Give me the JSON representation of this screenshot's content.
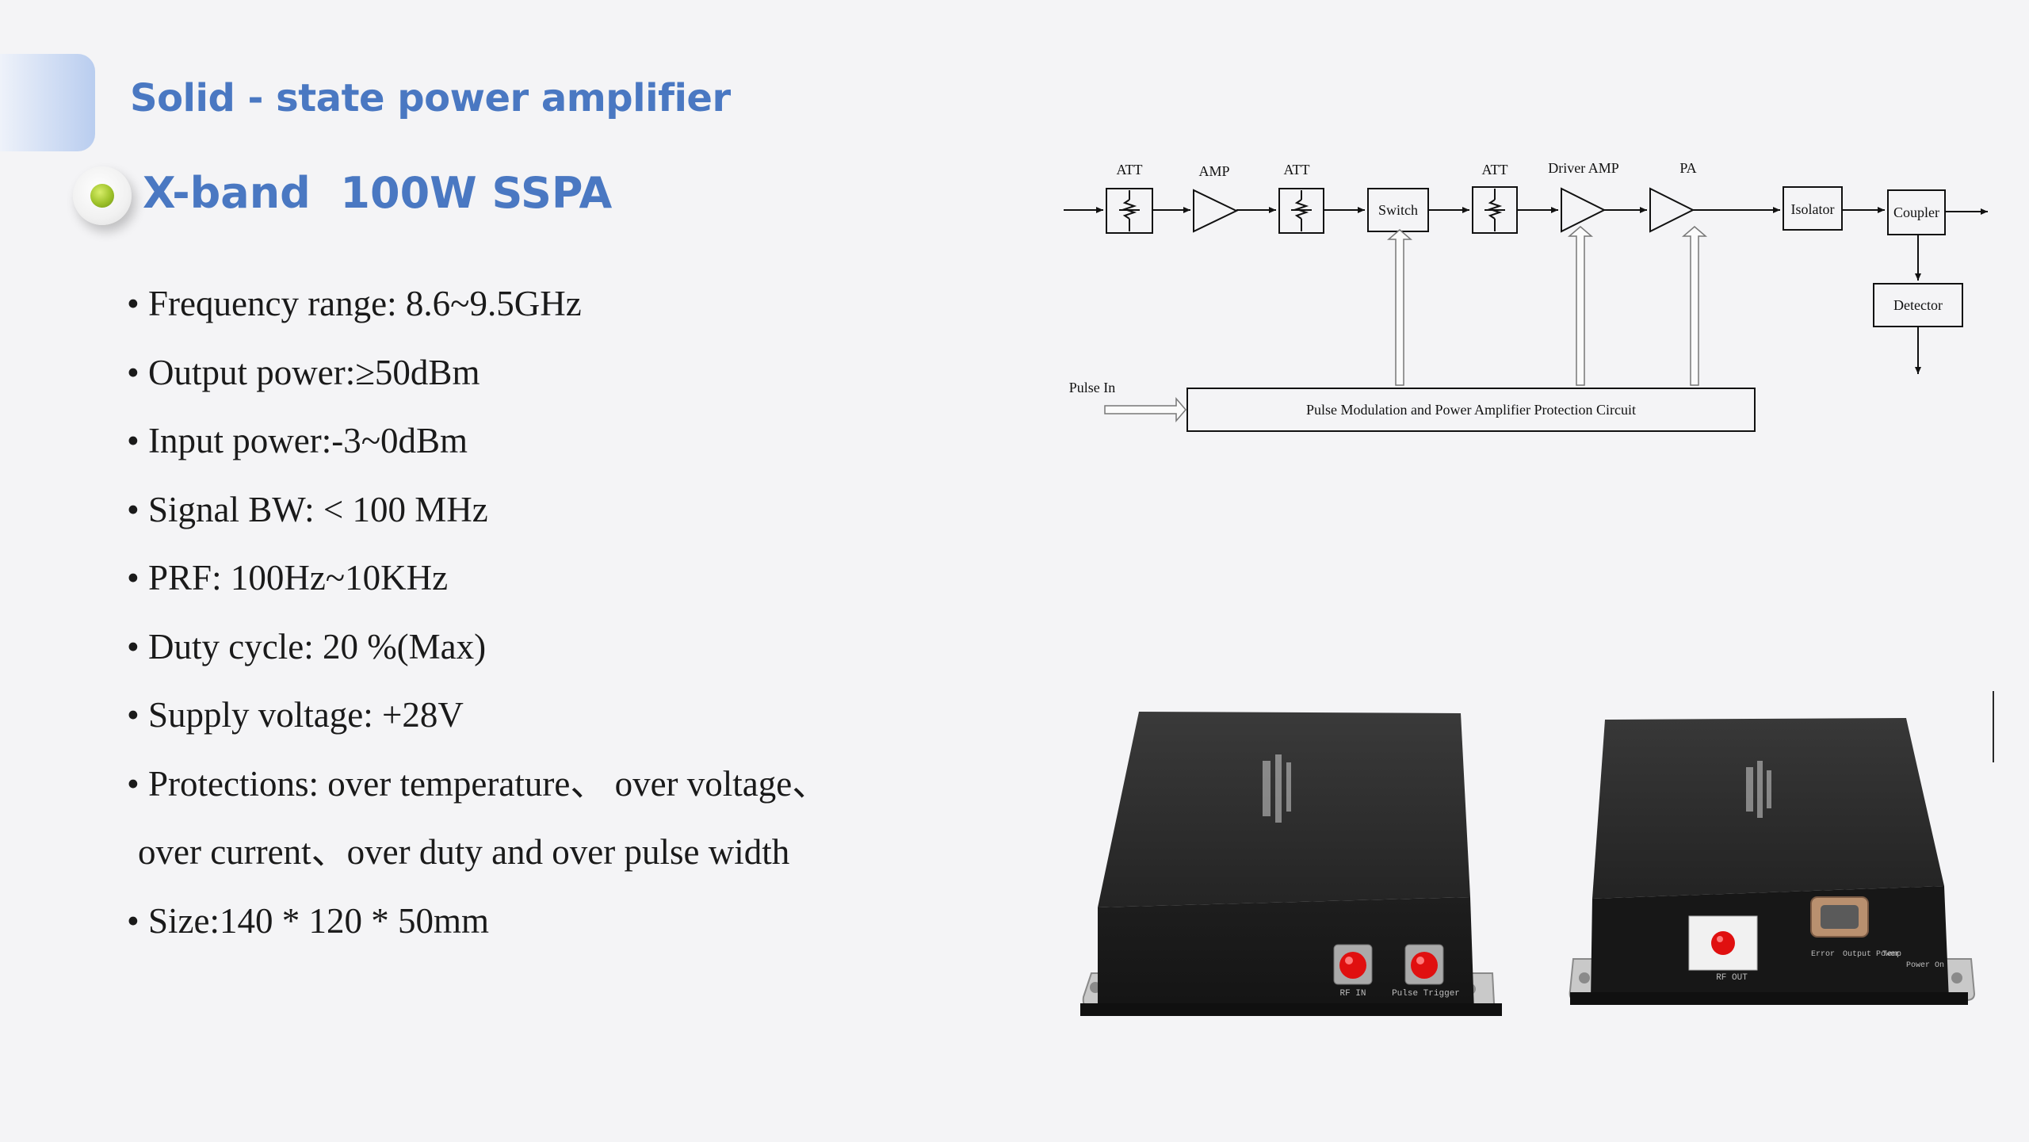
{
  "header": {
    "title": "Solid - state power amplifier",
    "subtitle": "X-band  100W SSPA"
  },
  "specs": [
    {
      "bullet": "•",
      "text": "Frequency range: 8.6~9.5GHz"
    },
    {
      "bullet": "•",
      "text": "Output power:≥50dBm"
    },
    {
      "bullet": "•",
      "text": "Input power:-3~0dBm"
    },
    {
      "bullet": "•",
      "text": "Signal BW: < 100 MHz"
    },
    {
      "bullet": "•",
      "text": "PRF: 100Hz~10KHz"
    },
    {
      "bullet": "•",
      "text": "Duty cycle: 20 %(Max)"
    },
    {
      "bullet": "•",
      "text": "Supply voltage: +28V"
    },
    {
      "bullet": "•",
      "text": "Protections: over temperature、 over voltage、"
    },
    {
      "bullet": "",
      "text": "over current、over duty and over pulse width"
    },
    {
      "bullet": "•",
      "text": "Size:140 * 120 * 50mm"
    }
  ],
  "diagram": {
    "labels": {
      "att1": "ATT",
      "amp": "AMP",
      "att2": "ATT",
      "att3": "ATT",
      "driver_amp": "Driver AMP",
      "pa": "PA"
    },
    "blocks": {
      "switch": "Switch",
      "isolator": "Isolator",
      "coupler": "Coupler",
      "detector": "Detector",
      "protection": "Pulse Modulation and Power Amplifier Protection Circuit"
    },
    "pulse_in": "Pulse In"
  },
  "photo_left": {
    "label1": "RF IN",
    "label2": "Pulse Trigger"
  },
  "photo_right": {
    "rf_out": "RF OUT",
    "indicator1": "Error",
    "indicator2": "Output Power",
    "indicator3": "Temp",
    "indicator4": "Power On"
  },
  "colors": {
    "title": "#4a78c2",
    "text": "#1a1a1a",
    "bullet_dot": "#9ec22a",
    "device_body": "#262626"
  }
}
